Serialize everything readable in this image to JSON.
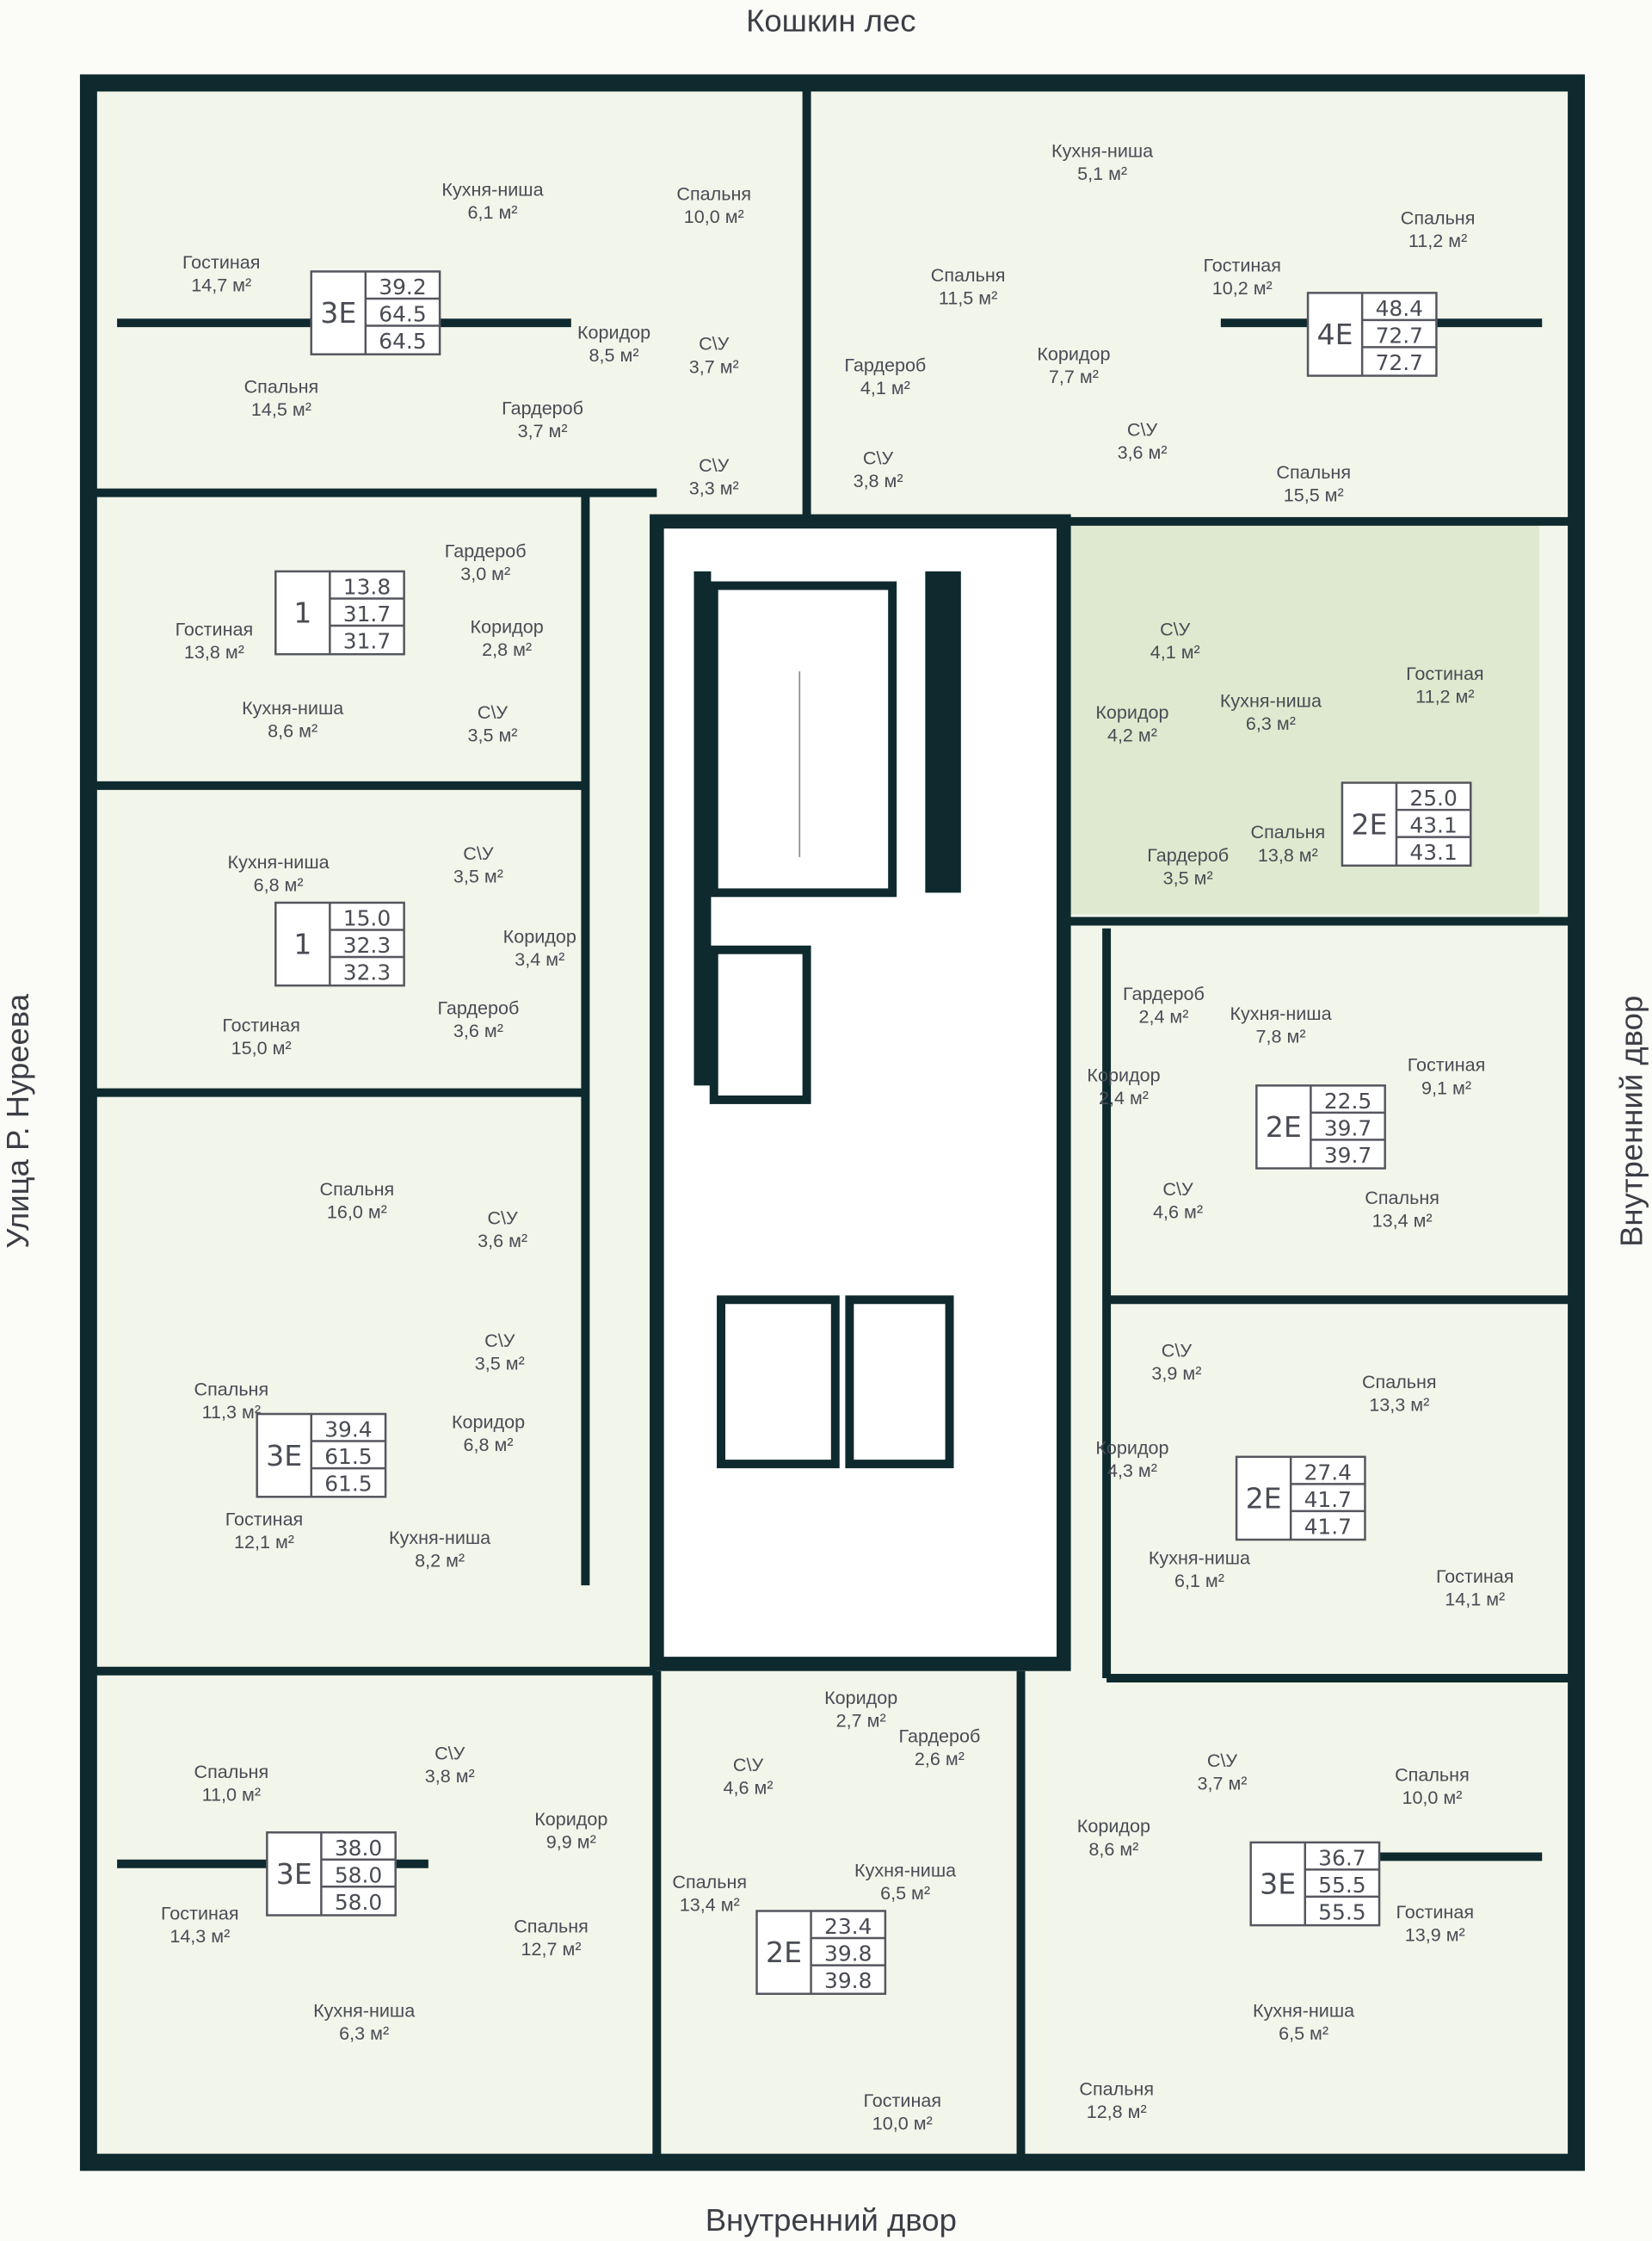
{
  "streets": {
    "top": "Кошкин лес",
    "bottom": "Внутренний двор",
    "left": "Улица Р. Нуреева",
    "right": "Внутренний двор"
  },
  "colors": {
    "wall": "#0e2a2e",
    "floor": "#f2f5ea",
    "highlight": "#dfe9cf",
    "line": "#b9c79c",
    "text": "#4a4c55"
  },
  "apartments": [
    {
      "type": "3Е",
      "living": "39.2",
      "total": "64.5",
      "total_alt": "64.5"
    },
    {
      "type": "4Е",
      "living": "48.4",
      "total": "72.7",
      "total_alt": "72.7"
    },
    {
      "type": "1",
      "living": "13.8",
      "total": "31.7",
      "total_alt": "31.7"
    },
    {
      "type": "1",
      "living": "15.0",
      "total": "32.3",
      "total_alt": "32.3"
    },
    {
      "type": "3Е",
      "living": "39.4",
      "total": "61.5",
      "total_alt": "61.5"
    },
    {
      "type": "3Е",
      "living": "38.0",
      "total": "58.0",
      "total_alt": "58.0"
    },
    {
      "type": "2Е",
      "living": "23.4",
      "total": "39.8",
      "total_alt": "39.8"
    },
    {
      "type": "3Е",
      "living": "36.7",
      "total": "55.5",
      "total_alt": "55.5"
    },
    {
      "type": "2Е",
      "living": "25.0",
      "total": "43.1",
      "total_alt": "43.1",
      "highlighted": true
    },
    {
      "type": "2Е",
      "living": "22.5",
      "total": "39.7",
      "total_alt": "39.7"
    },
    {
      "type": "2Е",
      "living": "27.4",
      "total": "41.7",
      "total_alt": "41.7"
    }
  ],
  "rooms": [
    {
      "name": "Гостиная",
      "area": "14,7 м²"
    },
    {
      "name": "Кухня-ниша",
      "area": "6,1 м²"
    },
    {
      "name": "Спальня",
      "area": "10,0 м²"
    },
    {
      "name": "Коридор",
      "area": "8,5 м²"
    },
    {
      "name": "Спальня",
      "area": "14,5 м²"
    },
    {
      "name": "Гардероб",
      "area": "3,7 м²"
    },
    {
      "name": "С\\У",
      "area": "3,7 м²"
    },
    {
      "name": "С\\У",
      "area": "3,3 м²"
    },
    {
      "name": "Спальня",
      "area": "11,5 м²"
    },
    {
      "name": "Гардероб",
      "area": "4,1 м²"
    },
    {
      "name": "С\\У",
      "area": "3,8 м²"
    },
    {
      "name": "Коридор",
      "area": "7,7 м²"
    },
    {
      "name": "Кухня-ниша",
      "area": "5,1 м²"
    },
    {
      "name": "Гостиная",
      "area": "10,2 м²"
    },
    {
      "name": "Спальня",
      "area": "11,2 м²"
    },
    {
      "name": "С\\У",
      "area": "3,6 м²"
    },
    {
      "name": "Спальня",
      "area": "15,5 м²"
    },
    {
      "name": "Гостиная",
      "area": "13,8 м²"
    },
    {
      "name": "Гардероб",
      "area": "3,0 м²"
    },
    {
      "name": "Коридор",
      "area": "2,8 м²"
    },
    {
      "name": "Кухня-ниша",
      "area": "8,6 м²"
    },
    {
      "name": "С\\У",
      "area": "3,5 м²"
    },
    {
      "name": "Кухня-ниша",
      "area": "6,8 м²"
    },
    {
      "name": "С\\У",
      "area": "3,5 м²"
    },
    {
      "name": "Коридор",
      "area": "3,4 м²"
    },
    {
      "name": "Гардероб",
      "area": "3,6 м²"
    },
    {
      "name": "Гостиная",
      "area": "15,0 м²"
    },
    {
      "name": "Спальня",
      "area": "16,0 м²"
    },
    {
      "name": "С\\У",
      "area": "3,6 м²"
    },
    {
      "name": "С\\У",
      "area": "3,5 м²"
    },
    {
      "name": "Спальня",
      "area": "11,3 м²"
    },
    {
      "name": "Коридор",
      "area": "6,8 м²"
    },
    {
      "name": "Гостиная",
      "area": "12,1 м²"
    },
    {
      "name": "Кухня-ниша",
      "area": "8,2 м²"
    },
    {
      "name": "Спальня",
      "area": "11,0 м²"
    },
    {
      "name": "С\\У",
      "area": "3,8 м²"
    },
    {
      "name": "Коридор",
      "area": "9,9 м²"
    },
    {
      "name": "Гостиная",
      "area": "14,3 м²"
    },
    {
      "name": "Спальня",
      "area": "12,7 м²"
    },
    {
      "name": "Кухня-ниша",
      "area": "6,3 м²"
    },
    {
      "name": "Коридор",
      "area": "2,7 м²"
    },
    {
      "name": "Гардероб",
      "area": "2,6 м²"
    },
    {
      "name": "С\\У",
      "area": "4,6 м²"
    },
    {
      "name": "Кухня-ниша",
      "area": "6,5 м²"
    },
    {
      "name": "Спальня",
      "area": "13,4 м²"
    },
    {
      "name": "Гостиная",
      "area": "10,0 м²"
    },
    {
      "name": "Коридор",
      "area": "8,6 м²"
    },
    {
      "name": "С\\У",
      "area": "3,7 м²"
    },
    {
      "name": "Спальня",
      "area": "10,0 м²"
    },
    {
      "name": "Гостиная",
      "area": "13,9 м²"
    },
    {
      "name": "Кухня-ниша",
      "area": "6,5 м²"
    },
    {
      "name": "Спальня",
      "area": "12,8 м²"
    },
    {
      "name": "С\\У",
      "area": "4,1 м²"
    },
    {
      "name": "Коридор",
      "area": "4,2 м²"
    },
    {
      "name": "Кухня-ниша",
      "area": "6,3 м²"
    },
    {
      "name": "Гостиная",
      "area": "11,2 м²"
    },
    {
      "name": "Спальня",
      "area": "13,8 м²"
    },
    {
      "name": "Гардероб",
      "area": "3,5 м²"
    },
    {
      "name": "Гардероб",
      "area": "2,4 м²"
    },
    {
      "name": "Кухня-ниша",
      "area": "7,8 м²"
    },
    {
      "name": "Гостиная",
      "area": "9,1 м²"
    },
    {
      "name": "Коридор",
      "area": "2,4 м²"
    },
    {
      "name": "С\\У",
      "area": "4,6 м²"
    },
    {
      "name": "Спальня",
      "area": "13,4 м²"
    },
    {
      "name": "С\\У",
      "area": "3,9 м²"
    },
    {
      "name": "Спальня",
      "area": "13,3 м²"
    },
    {
      "name": "Коридор",
      "area": "4,3 м²"
    },
    {
      "name": "Кухня-ниша",
      "area": "6,1 м²"
    },
    {
      "name": "Гостиная",
      "area": "14,1 м²"
    }
  ]
}
